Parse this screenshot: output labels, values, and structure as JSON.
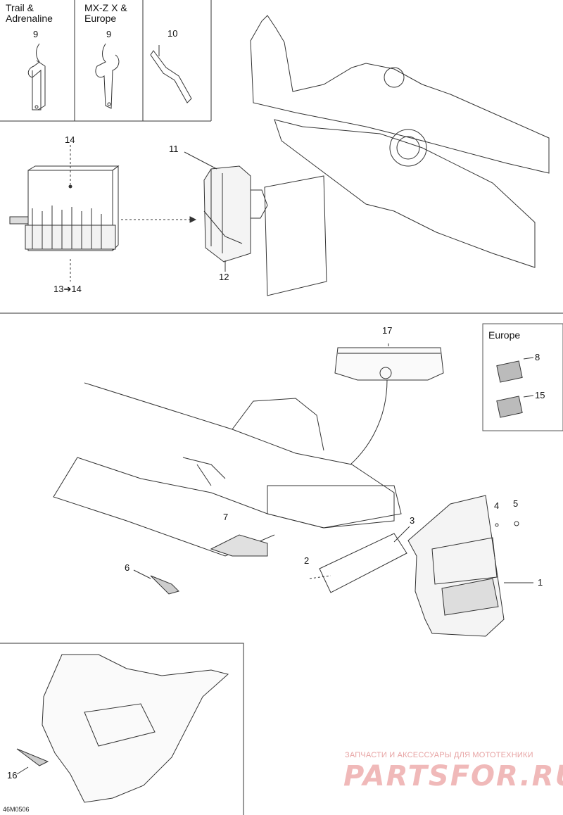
{
  "tool_box": {
    "trail_header": "Trail &\nAdrenaline",
    "mxz_header": "MX-Z X &\nEurope",
    "trail_part": "9",
    "mxz_part": "9",
    "tool_part": "10"
  },
  "europe_box": {
    "header": "Europe",
    "part_a": "8",
    "part_b": "15"
  },
  "callouts": {
    "p1": "1",
    "p2": "2",
    "p3": "3",
    "p4": "4",
    "p5": "5",
    "p6": "6",
    "p7": "7",
    "p11": "11",
    "p12": "12",
    "p13": "13➔14",
    "p14": "14",
    "p16": "16",
    "p17": "17"
  },
  "figure_code": "46M0506",
  "watermark": {
    "line1": "ЗАПЧАСТИ И АКСЕССУАРЫ ДЛЯ МОТОТЕХНИКИ",
    "line2": "PARTSFOR.RU"
  }
}
